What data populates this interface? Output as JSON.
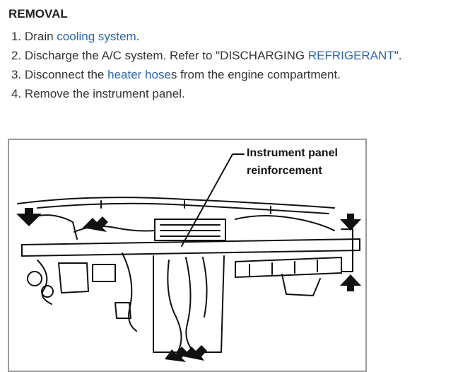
{
  "section": {
    "heading": "REMOVAL"
  },
  "steps": [
    {
      "num": "1.",
      "before": "Drain ",
      "link": "cooling system",
      "after": "."
    },
    {
      "num": "2.",
      "before": "Discharge the A/C system. Refer to \"DISCHARGING ",
      "link": "REFRIGERANT",
      "after": "\"."
    },
    {
      "num": "3.",
      "before": "Disconnect the ",
      "link": "heater hose",
      "after": "s from the engine compartment."
    },
    {
      "num": "4.",
      "before": "Remove the instrument panel.",
      "link": "",
      "after": ""
    }
  ],
  "figure": {
    "label_line1": "Instrument panel",
    "label_line2": "reinforcement"
  },
  "colors": {
    "link": "#2a66ad",
    "text": "#333333",
    "border": "#9a9a9a"
  }
}
